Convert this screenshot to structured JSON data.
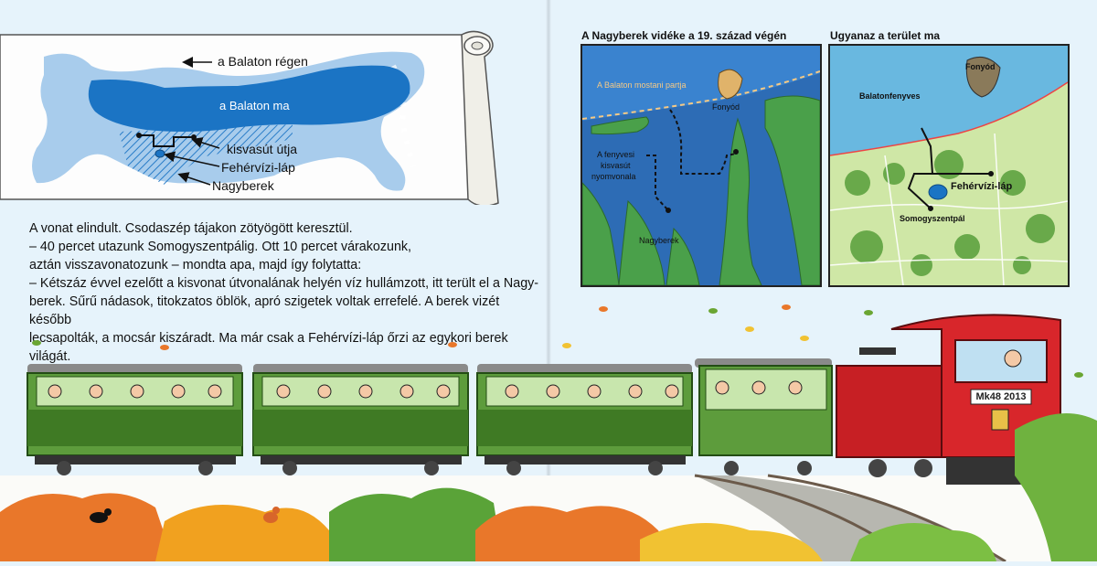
{
  "scroll_map": {
    "labels": {
      "balaton_regen": "a Balaton régen",
      "balaton_ma": "a Balaton ma",
      "kisvasut_utja": "kisvasút útja",
      "fehervizi_lap": "Fehérvízi-láp",
      "nagyberek": "Nagyberek"
    }
  },
  "story": {
    "line1": "A vonat elindult. Csodaszép tájakon zötyögött keresztül.",
    "line2": "– 40 percet utazunk Somogyszentpálig. Ott 10 percet várakozunk,",
    "line3": "aztán visszavonatozunk – mondta apa, majd így folytatta:",
    "line4": "– Kétszáz évvel ezelőtt a kisvonat útvonalának helyén víz hullámzott, itt terült el a Nagy-",
    "line5": "berek. Sűrű nádasok, titokzatos öblök, apró szigetek voltak errefelé. A berek vizét később",
    "line6": "lecsapolták, a mocsár kiszáradt. Ma már csak a Fehérvízi-láp őrzi az egykori berek világát."
  },
  "old_map": {
    "title": "A Nagyberek vidéke a 19. század végén",
    "labels": {
      "shore": "A Balaton mostani partja",
      "fonyod": "Fonyód",
      "trackline_1": "A fenyvesi",
      "trackline_2": "kisvasút",
      "trackline_3": "nyomvonala",
      "nagyberek": "Nagyberek"
    }
  },
  "new_map": {
    "title": "Ugyanaz a terület ma",
    "labels": {
      "fonyod": "Fonyód",
      "balatonfenyves": "Balatonfenyves",
      "fehervizi_lap": "Fehérvízi-láp",
      "somogyszentpal": "Somogyszentpál"
    }
  },
  "locomotive": {
    "plate": "Mk48 2013"
  },
  "colors": {
    "sky": "#e6f3fb",
    "lake_old": "#4f8fd0",
    "lake_now": "#1b74c4",
    "wagon_green": "#5d9c3c",
    "loco_red": "#d8262b",
    "autumn_orange": "#e9772a"
  }
}
